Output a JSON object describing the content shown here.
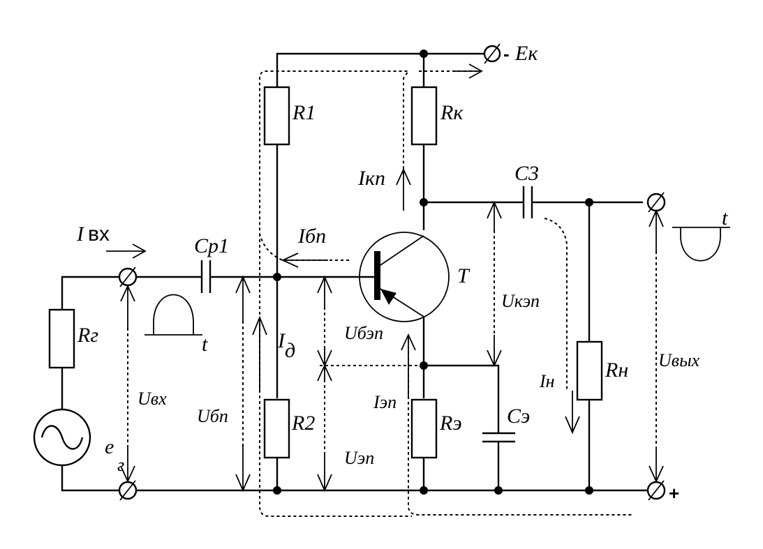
{
  "diagram": {
    "type": "circuit-schematic",
    "description": "Common-emitter bipolar transistor amplifier stage with voltage-divider bias",
    "colors": {
      "line": "#000000",
      "background": "#ffffff"
    },
    "components": {
      "R1": "R1",
      "Rk": "Rк",
      "C3": "C3",
      "Cp1": "Cp1",
      "Rg": "Rг",
      "R2": "R2",
      "Re": "Rэ",
      "Ce": "Cэ",
      "Rn": "Rн",
      "T": "T"
    },
    "supply": {
      "sign": "-",
      "label": "Eк"
    },
    "ground_sign": "+",
    "source": {
      "label": "e",
      "subscript": "г"
    },
    "currents": {
      "I_in": {
        "main": "I",
        "sub": "вх"
      },
      "I_kp": "Iкп",
      "I_bp": "Iбп",
      "I_d": {
        "main": "I",
        "sub": "д"
      },
      "I_ep": "Iэп",
      "I_n": "Iн"
    },
    "voltages": {
      "U_in": "Uвх",
      "U_bp": "Uбп",
      "U_bep": "Uбэп",
      "U_ep": "Uэп",
      "U_kep": "Uкэп",
      "U_out": "Uвых"
    },
    "waveforms": {
      "input_axis": "t",
      "output_axis": "t"
    }
  }
}
